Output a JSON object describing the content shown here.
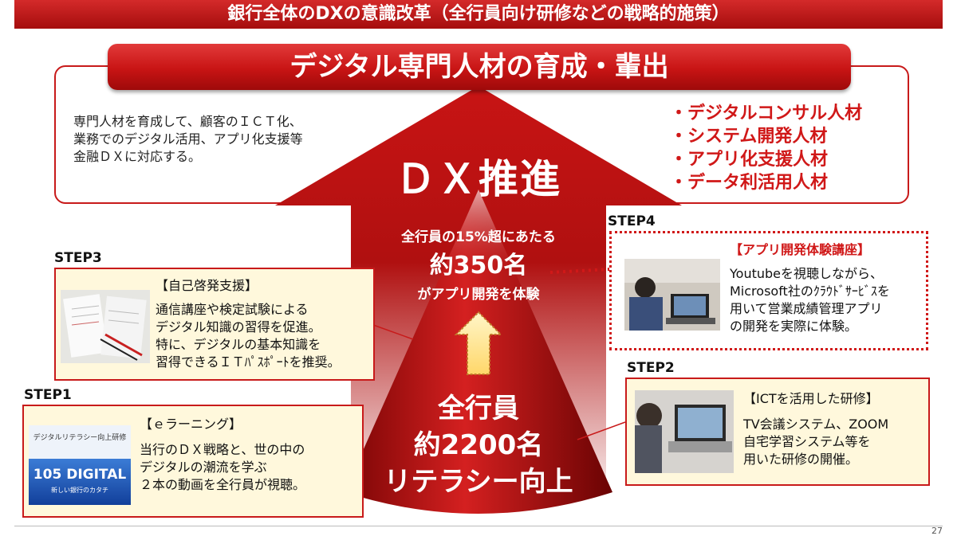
{
  "header": {
    "title": "銀行全体のDXの意識改革（全行員向け研修などの戦略的施策）"
  },
  "banner": {
    "title": "デジタル専門人材の育成・輩出"
  },
  "top": {
    "desc_lines": [
      "専門人材を育成して、顧客のＩＣＴ化、",
      "業務でのデジタル活用、アプリ化支援等",
      "金融ＤＸに対応する。"
    ],
    "roles": [
      "・デジタルコンサル人材",
      "・システム開発人材",
      "・アプリ化支援人材",
      "・データ利活用人材"
    ]
  },
  "center": {
    "dx": "ＤＸ推進",
    "sub1": "全行員の15%超にあたる",
    "count": "約350名",
    "sub2": "がアプリ開発を体験",
    "base_lines": [
      "全行員",
      "約2200名",
      "リテラシー向上"
    ]
  },
  "steps": [
    {
      "label": "STEP1",
      "title": "【ｅラーニング】",
      "lines": [
        "当行のＤＸ戦略と、世の中の",
        "デジタルの潮流を学ぶ",
        "２本の動画を全行員が視聴。"
      ],
      "image_title": "デジタルリテラシー向上研修",
      "image_big": "105 DIGITAL",
      "image_small": "新しい銀行のカタチ"
    },
    {
      "label": "STEP2",
      "title": "【ICTを活用した研修】",
      "lines": [
        "TV会議システム、ZOOM",
        "自宅学習システム等を",
        "用いた研修の開催。"
      ]
    },
    {
      "label": "STEP3",
      "title": "【自己啓発支援】",
      "lines": [
        "通信講座や検定試験による",
        "デジタル知識の習得を促進。",
        "特に、デジタルの基本知識を",
        "習得できるＩＴﾊﾟｽﾎﾟｰﾄを推奨。"
      ]
    },
    {
      "label": "STEP4",
      "title": "【アプリ開発体験講座】",
      "lines": [
        "Youtubeを視聴しながら、",
        "Microsoft社のｸﾗｳﾄﾞｻｰﾋﾞｽを",
        "用いて営業成績管理アプリ",
        "の開発を実際に体験。"
      ]
    }
  ],
  "page_number": "27",
  "colors": {
    "primary_red": "#c81a1a",
    "panel_bg": "#fff8dc",
    "role_red": "#d01818"
  }
}
